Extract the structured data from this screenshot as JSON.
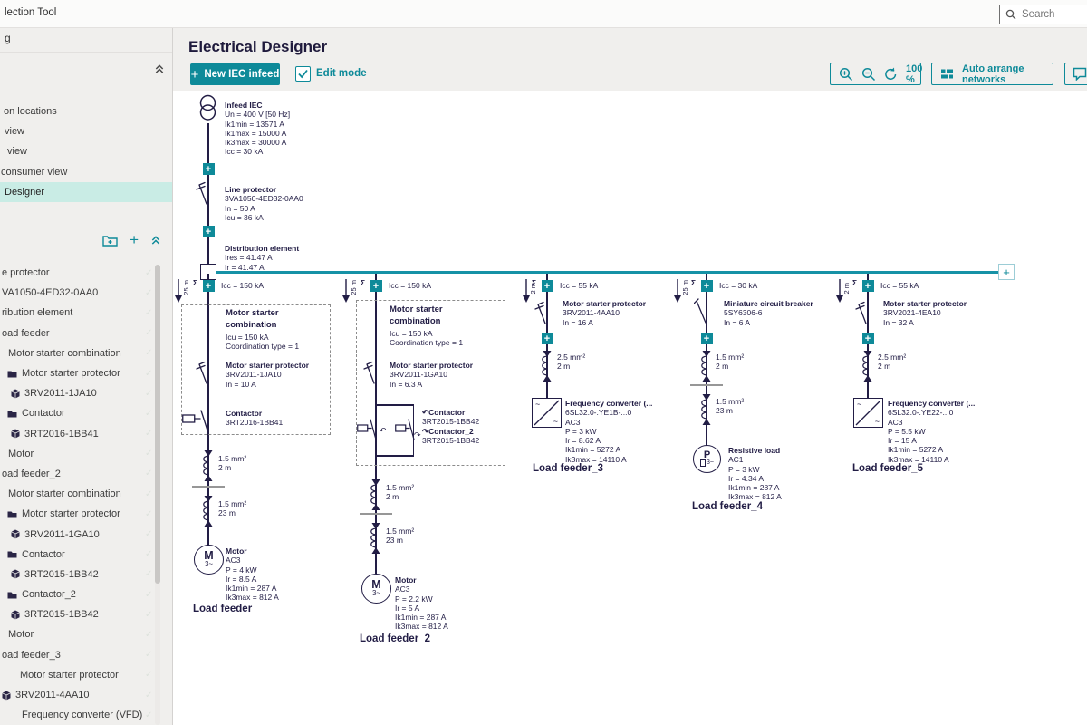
{
  "colors": {
    "accent": "#0e8a99",
    "bus_line": "#1692a6",
    "diagram_ink": "#221d45",
    "selected_nav_bg": "#c9ece5"
  },
  "top_bar": {
    "app_title": "lection Tool",
    "search_placeholder": "Search"
  },
  "sidebar": {
    "header": "g",
    "nav_items": [
      {
        "label": "on locations"
      },
      {
        "label": "view"
      },
      {
        "label": "view"
      },
      {
        "label": "consumer view"
      },
      {
        "label": "Designer"
      }
    ],
    "tree_items": [
      {
        "label": "e protector"
      },
      {
        "label": "VA1050-4ED32-0AA0"
      },
      {
        "label": "ribution element"
      },
      {
        "label": "oad feeder"
      },
      {
        "label": "Motor starter combination"
      },
      {
        "label": "Motor starter protector"
      },
      {
        "label": "3RV2011-1JA10"
      },
      {
        "label": "Contactor"
      },
      {
        "label": "3RT2016-1BB41"
      },
      {
        "label": "Motor"
      },
      {
        "label": "oad feeder_2"
      },
      {
        "label": "Motor starter combination"
      },
      {
        "label": "Motor starter protector"
      },
      {
        "label": "3RV2011-1GA10"
      },
      {
        "label": "Contactor"
      },
      {
        "label": "3RT2015-1BB42"
      },
      {
        "label": "Contactor_2"
      },
      {
        "label": "3RT2015-1BB42"
      },
      {
        "label": "Motor"
      },
      {
        "label": "oad feeder_3"
      },
      {
        "label": "Motor starter protector"
      },
      {
        "label": "3RV2011-4AA10"
      },
      {
        "label": "Frequency converter (VFD)"
      }
    ],
    "check": "✓"
  },
  "toolbar": {
    "title": "Electrical Designer",
    "new_infeed_label": "New IEC infeed",
    "edit_mode_label": "Edit mode",
    "zoom_value": "100 %",
    "auto_arrange_label": "Auto arrange networks"
  },
  "diagram": {
    "symbols": {
      "sum": "Σ",
      "plus": "+",
      "ccw": "↶",
      "cw": "↷",
      "ac": "~",
      "motor_letter": "M",
      "motor_phase": "3~",
      "resistive_letter": "P",
      "resistive_phase": "3~"
    },
    "infeed": {
      "name": "Infeed IEC",
      "lines": [
        "Un = 400 V [50 Hz]",
        "Ik1min = 13571 A",
        "Ik1max = 15000 A",
        "Ik3max = 30000 A",
        "Icc = 30 kA"
      ]
    },
    "line_protector": {
      "name": "Line protector",
      "lines": [
        "3VA1050-4ED32-0AA0",
        "In = 50 A",
        "Icu = 36 kA"
      ]
    },
    "distribution": {
      "name": "Distribution element",
      "lines": [
        "Ires = 41.47 A",
        "Ir = 41.47 A"
      ]
    },
    "feeders": [
      {
        "icc": "Icc = 150 kA",
        "length": "25 m",
        "label": "Load feeder",
        "combination": {
          "name": "Motor starter combination",
          "lines": [
            "Icu = 150 kA",
            "Coordination type = 1"
          ]
        },
        "protector": {
          "name": "Motor starter protector",
          "lines": [
            "3RV2011-1JA10",
            "In = 10 A"
          ]
        },
        "contactor": {
          "name": "Contactor",
          "lines": [
            "3RT2016-1BB41"
          ]
        },
        "cable1": {
          "size": "1.5 mm²",
          "length": "2 m"
        },
        "cable2": {
          "size": "1.5 mm²",
          "length": "23 m"
        },
        "load": {
          "name": "Motor",
          "lines": [
            "AC3",
            "P = 4 kW",
            "Ir = 8.5 A",
            "Ik1min = 287 A",
            "Ik3max = 812 A"
          ]
        }
      },
      {
        "icc": "Icc = 150 kA",
        "length": "25 m",
        "label": "Load feeder_2",
        "combination": {
          "name": "Motor starter combination",
          "lines": [
            "Icu = 150 kA",
            "Coordination type = 1"
          ]
        },
        "protector": {
          "name": "Motor starter protector",
          "lines": [
            "3RV2011-1GA10",
            "In = 6.3 A"
          ]
        },
        "contactor": {
          "name": "Contactor",
          "lines": [
            "3RT2015-1BB42"
          ]
        },
        "contactor2": {
          "name": "Contactor_2",
          "lines": [
            "3RT2015-1BB42"
          ]
        },
        "cable1": {
          "size": "1.5 mm²",
          "length": "2 m"
        },
        "cable2": {
          "size": "1.5 mm²",
          "length": "23 m"
        },
        "load": {
          "name": "Motor",
          "lines": [
            "AC3",
            "P = 2.2 kW",
            "Ir = 5 A",
            "Ik1min = 287 A",
            "Ik3max = 812 A"
          ]
        }
      },
      {
        "icc": "Icc = 55 kA",
        "length": "2 m",
        "label": "Load feeder_3",
        "protector": {
          "name": "Motor starter protector",
          "lines": [
            "3RV2011-4AA10",
            "In = 16 A"
          ]
        },
        "cable1": {
          "size": "2.5 mm²",
          "length": "2 m"
        },
        "load": {
          "name": "Frequency converter (...",
          "lines": [
            "6SL32.0-.YE1B-...0",
            "AC3",
            "P = 3 kW",
            "Ir = 8.62 A",
            "Ik1min = 5272 A",
            "Ik3max = 14110 A"
          ]
        }
      },
      {
        "icc": "Icc = 30 kA",
        "length": "25 m",
        "label": "Load feeder_4",
        "protector": {
          "name": "Miniature circuit breaker",
          "lines": [
            "5SY6306-6",
            "In = 6 A"
          ]
        },
        "cable1": {
          "size": "1.5 mm²",
          "length": "2 m"
        },
        "cable2": {
          "size": "1.5 mm²",
          "length": "23 m"
        },
        "load": {
          "name": "Resistive load",
          "lines": [
            "AC1",
            "P = 3 kW",
            "Ir = 4.34 A",
            "Ik1min = 287 A",
            "Ik3max = 812 A"
          ]
        }
      },
      {
        "icc": "Icc = 55 kA",
        "length": "2 m",
        "label": "Load feeder_5",
        "protector": {
          "name": "Motor starter protector",
          "lines": [
            "3RV2021-4EA10",
            "In = 32 A"
          ]
        },
        "cable1": {
          "size": "2.5 mm²",
          "length": "2 m"
        },
        "load": {
          "name": "Frequency converter (...",
          "lines": [
            "6SL32.0-.YE22-...0",
            "AC3",
            "P = 5.5 kW",
            "Ir = 15 A",
            "Ik1min = 5272 A",
            "Ik3max = 14110 A"
          ]
        }
      }
    ]
  }
}
